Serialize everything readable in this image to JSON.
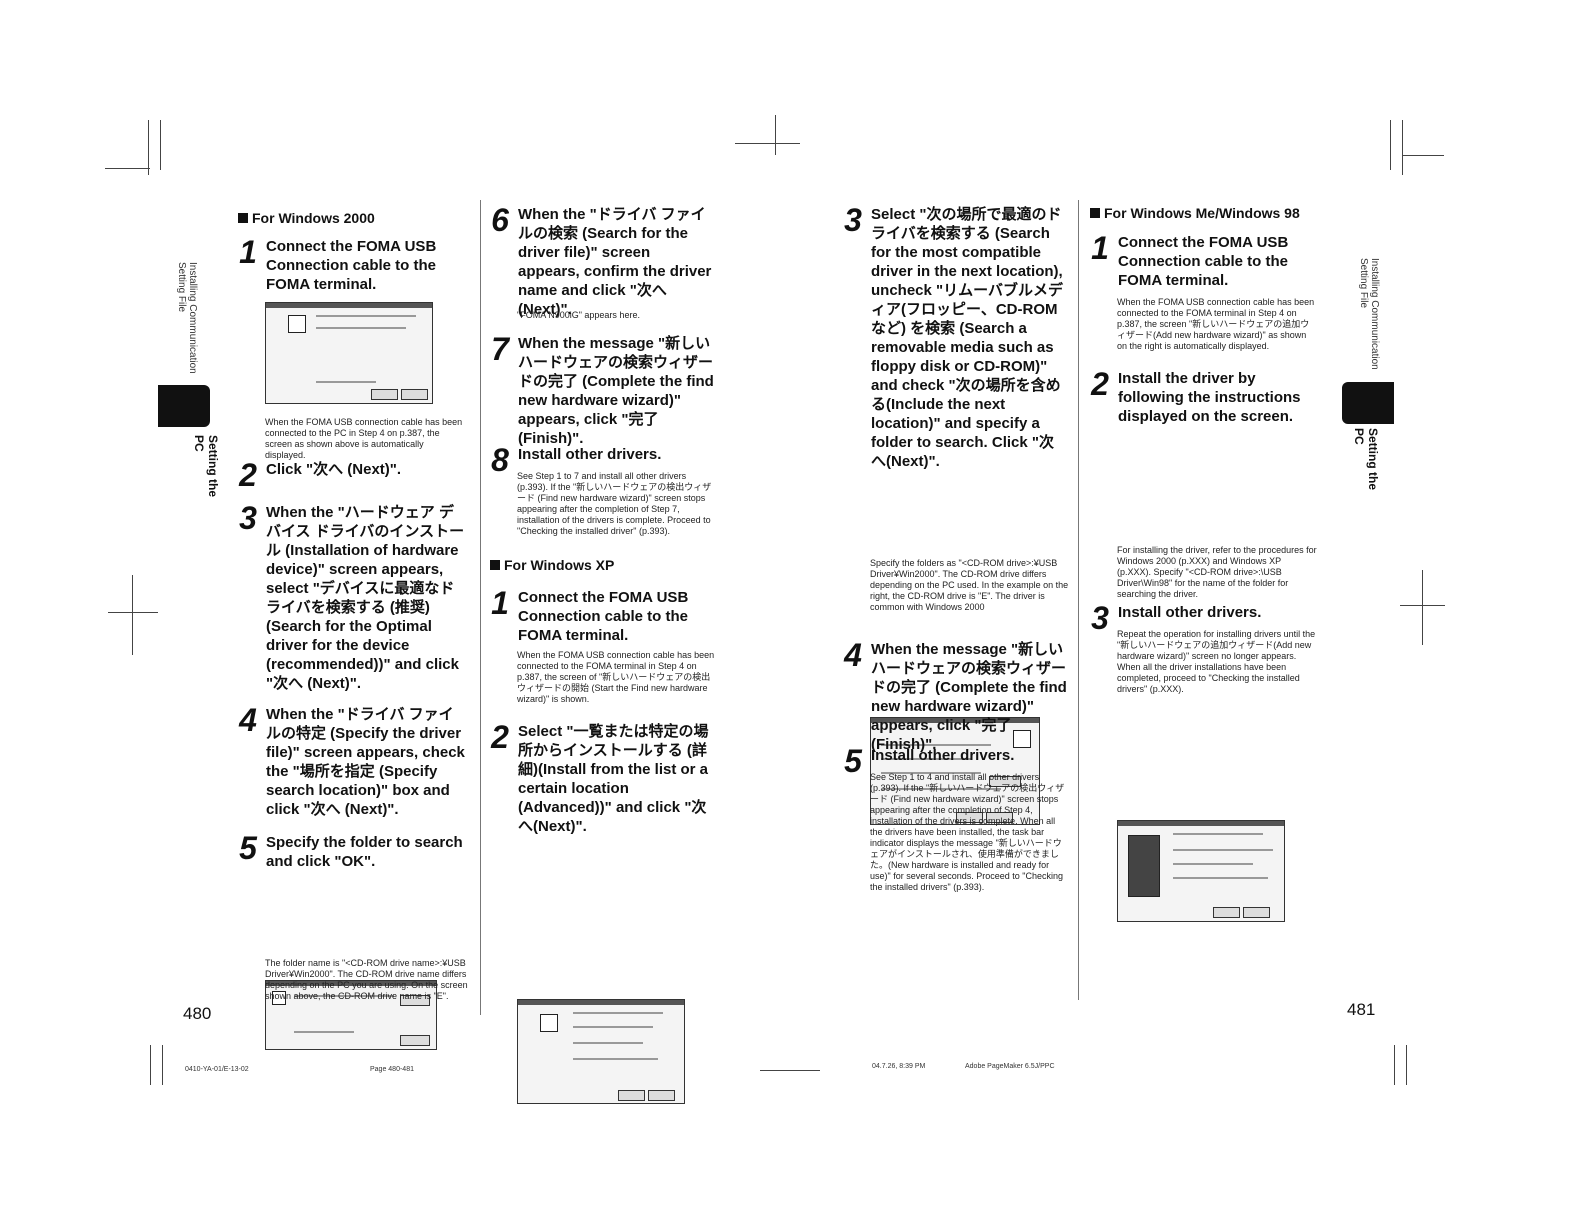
{
  "left_page": {
    "number": "480",
    "side_label": "Installing Communication Setting File",
    "side_tab_label": "Setting the PC",
    "w2000": {
      "title": "For Windows 2000",
      "s1": {
        "num": "1",
        "text": "Connect the FOMA USB Connection cable to the FOMA terminal.",
        "note": "When the FOMA USB connection cable has been connected to the PC in Step 4 on p.387, the screen as shown above is automatically displayed."
      },
      "s2": {
        "num": "2",
        "text": "Click \"次へ (Next)\"."
      },
      "s3": {
        "num": "3",
        "text": "When the \"ハードウェア デバイス ドライバのインストール (Installation of hardware device)\" screen appears, select \"デバイスに最適なドライバを検索する (推奨) (Search for the Optimal driver for the device (recommended))\" and click \"次へ (Next)\"."
      },
      "s4": {
        "num": "4",
        "text": "When the \"ドライバ ファイルの特定 (Specify the driver file)\" screen appears, check the \"場所を指定 (Specify search location)\" box and click \"次へ (Next)\"."
      },
      "s5": {
        "num": "5",
        "text": "Specify the folder to search and click \"OK\".",
        "note": "The folder name is \"<CD-ROM drive name>:¥USB Driver¥Win2000\". The CD-ROM drive name differs depending on the PC you are using. On the screen shown above, the CD-ROM drive name is \"E\"."
      },
      "s6": {
        "num": "6",
        "text": "When the \"ドライバ ファイルの検索 (Search for the driver file)\" screen appears, confirm the driver name and click \"次へ(Next)\".",
        "note": "\"FOMA N900iG\" appears here."
      },
      "s7": {
        "num": "7",
        "text": "When the message \"新しいハードウェアの検索ウィザードの完了 (Complete the find new hardware wizard)\" appears, click \"完了 (Finish)\"."
      },
      "s8": {
        "num": "8",
        "text": "Install other drivers.",
        "note": "See Step 1 to 7 and install all other drivers (p.393). If the \"新しいハードウェアの検出ウィザード (Find new hardware wizard)\" screen stops appearing after the completion of Step 7, installation of the drivers is complete. Proceed to \"Checking the installed driver\" (p.393)."
      }
    },
    "wxp": {
      "title": "For Windows XP",
      "s1": {
        "num": "1",
        "text": "Connect the FOMA USB Connection cable to the FOMA terminal.",
        "note": "When the FOMA USB connection cable has been connected to the FOMA terminal in Step 4 on p.387, the screen of \"新しいハードウェアの検出ウィザードの開始 (Start the Find new hardware wizard)\" is shown."
      },
      "s2": {
        "num": "2",
        "text": "Select \"一覧または特定の場所からインストールする (詳細)(Install from the list or a certain location (Advanced))\" and click \"次へ(Next)\"."
      }
    }
  },
  "right_page": {
    "number": "481",
    "side_label": "Installing Communication Setting File",
    "side_tab_label": "Setting the PC",
    "xp_cont": {
      "s3": {
        "num": "3",
        "text": "Select \"次の場所で最適のドライバを検索する (Search for the most compatible driver in the next location), uncheck \"リムーバブルメディア(フロッピー、CD-ROM など) を検索 (Search a removable media such as floppy disk or CD-ROM)\" and check \"次の場所を含める(Include the next location)\" and specify a folder to search. Click \"次へ(Next)\".",
        "note": "Specify the folders as \"<CD-ROM drive>:¥USB Driver¥Win2000\". The CD-ROM drive differs depending on the PC used. In the example on the right, the CD-ROM drive is \"E\". The driver is common with Windows 2000"
      },
      "s4": {
        "num": "4",
        "text": "When the message \"新しいハードウェアの検索ウィザードの完了 (Complete the find new hardware wizard)\" appears, click \"完了(Finish)\"."
      },
      "s5": {
        "num": "5",
        "text": "Install other drivers.",
        "note": "See Step 1 to 4 and install all other drivers (p.393). If the \"新しいハードウェアの検出ウィザード (Find new hardware wizard)\" screen stops appearing after the completion of Step 4, installation of the drivers is complete. When all the drivers have been installed, the task bar indicator displays the message \"新しいハードウェアがインストールされ、使用準備ができました。(New hardware is installed and ready for use)\" for several seconds. Proceed to \"Checking the installed drivers\" (p.393)."
      }
    },
    "wme": {
      "title": "For Windows Me/Windows 98",
      "s1": {
        "num": "1",
        "text": "Connect the FOMA USB Connection cable to the FOMA terminal.",
        "note": "When the FOMA USB connection cable has been connected to the FOMA terminal in Step 4 on p.387, the screen \"新しいハードウェアの追加ウィザード(Add new hardware wizard)\" as shown on the right is automatically displayed."
      },
      "s2": {
        "num": "2",
        "text": "Install the driver by following the instructions displayed on the screen.",
        "note": "For installing the driver, refer to the procedures for Windows 2000 (p.XXX) and Windows XP (p.XXX). Specify \"<CD-ROM drive>:\\USB Driver\\Win98\" for the name of the folder for searching the driver."
      },
      "s3": {
        "num": "3",
        "text": "Install other drivers.",
        "note": "Repeat the operation for installing drivers until the \"新しいハードウェアの追加ウィザード(Add new hardware wizard)\" screen no longer appears. When all the driver installations have been completed, proceed to \"Checking the installed drivers\" (p.XXX)."
      }
    }
  },
  "footer": {
    "file": "0410-YA-01/E-13-02",
    "page": "Page 480-481",
    "date": "04.7.26, 8:39 PM",
    "app": "Adobe PageMaker 6.5J/PPC"
  }
}
